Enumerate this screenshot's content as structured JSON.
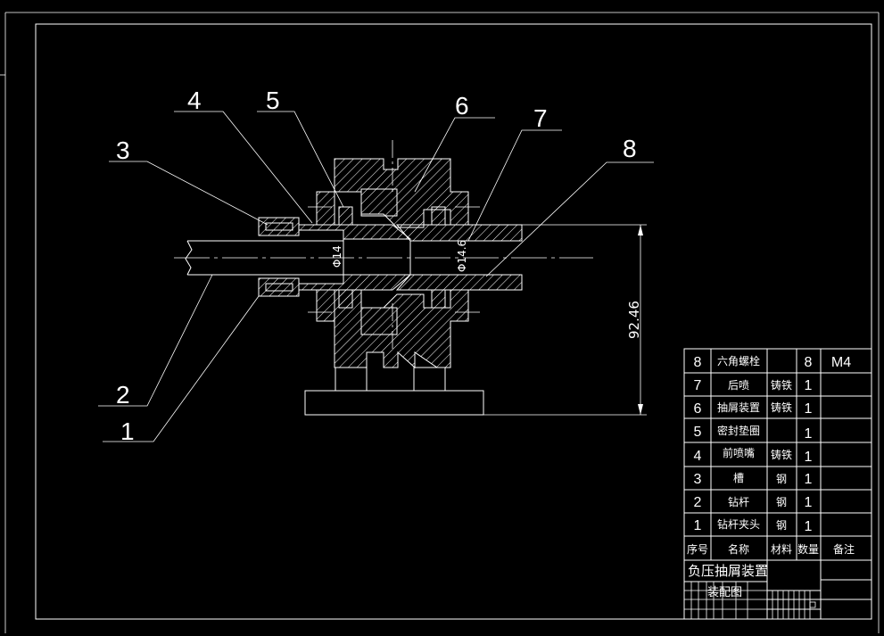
{
  "drawing": {
    "part_labels": [
      "1",
      "2",
      "3",
      "4",
      "5",
      "6",
      "7",
      "8"
    ],
    "dim_phi14": "Φ14",
    "dim_phi146": "Φ14.6",
    "dim_height": "92.46"
  },
  "bom": {
    "rows": [
      {
        "no": "8",
        "name": "六角螺栓",
        "material": "",
        "qty": "8",
        "note": "M4"
      },
      {
        "no": "7",
        "name": "后喷",
        "material": "铸铁",
        "qty": "1",
        "note": ""
      },
      {
        "no": "6",
        "name": "抽屑装置",
        "material": "铸铁",
        "qty": "1",
        "note": ""
      },
      {
        "no": "5",
        "name": "密封垫圈",
        "material": "",
        "qty": "1",
        "note": ""
      },
      {
        "no": "4",
        "name": "前喷嘴",
        "material": "铸铁",
        "qty": "1",
        "note": ""
      },
      {
        "no": "3",
        "name": "槽",
        "material": "钢",
        "qty": "1",
        "note": ""
      },
      {
        "no": "2",
        "name": "钻杆",
        "material": "钢",
        "qty": "1",
        "note": ""
      },
      {
        "no": "1",
        "name": "钻杆夹头",
        "material": "钢",
        "qty": "1",
        "note": ""
      }
    ],
    "header": {
      "no": "序号",
      "name": "名称",
      "material": "材料",
      "qty": "数量",
      "note": "备注"
    }
  },
  "title_block": {
    "title": "负压抽屑装置",
    "subtitle": "装配图"
  }
}
